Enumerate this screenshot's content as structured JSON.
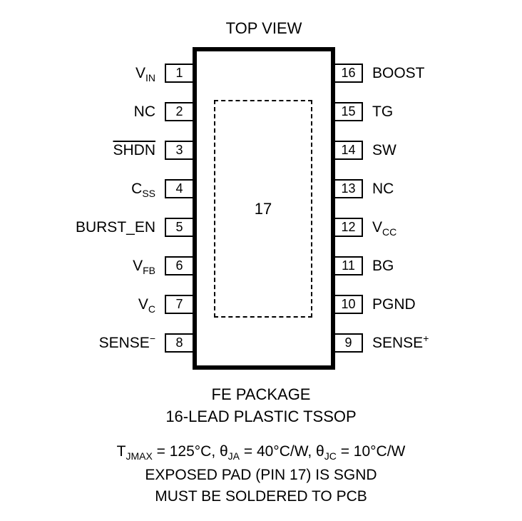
{
  "title": "TOP VIEW",
  "colors": {
    "ink": "#000000",
    "background": "#ffffff"
  },
  "package": {
    "center_pin": "17",
    "pins_left": [
      {
        "num": "1",
        "label": {
          "ol": "",
          "base": "V",
          "sub": "IN",
          "sup": ""
        }
      },
      {
        "num": "2",
        "label": {
          "ol": "",
          "base": "NC",
          "sub": "",
          "sup": ""
        }
      },
      {
        "num": "3",
        "label": {
          "ol": "SHDN",
          "base": "",
          "sub": "",
          "sup": ""
        }
      },
      {
        "num": "4",
        "label": {
          "ol": "",
          "base": "C",
          "sub": "SS",
          "sup": ""
        }
      },
      {
        "num": "5",
        "label": {
          "ol": "",
          "base": "BURST_EN",
          "sub": "",
          "sup": ""
        }
      },
      {
        "num": "6",
        "label": {
          "ol": "",
          "base": "V",
          "sub": "FB",
          "sup": ""
        }
      },
      {
        "num": "7",
        "label": {
          "ol": "",
          "base": "V",
          "sub": "C",
          "sup": ""
        }
      },
      {
        "num": "8",
        "label": {
          "ol": "",
          "base": "SENSE",
          "sub": "",
          "sup": "−"
        }
      }
    ],
    "pins_right": [
      {
        "num": "16",
        "label": {
          "ol": "",
          "base": "BOOST",
          "sub": "",
          "sup": ""
        }
      },
      {
        "num": "15",
        "label": {
          "ol": "",
          "base": "TG",
          "sub": "",
          "sup": ""
        }
      },
      {
        "num": "14",
        "label": {
          "ol": "",
          "base": "SW",
          "sub": "",
          "sup": ""
        }
      },
      {
        "num": "13",
        "label": {
          "ol": "",
          "base": "NC",
          "sub": "",
          "sup": ""
        }
      },
      {
        "num": "12",
        "label": {
          "ol": "",
          "base": "V",
          "sub": "CC",
          "sup": ""
        }
      },
      {
        "num": "11",
        "label": {
          "ol": "",
          "base": "BG",
          "sub": "",
          "sup": ""
        }
      },
      {
        "num": "10",
        "label": {
          "ol": "",
          "base": "PGND",
          "sub": "",
          "sup": ""
        }
      },
      {
        "num": "9",
        "label": {
          "ol": "",
          "base": "SENSE",
          "sub": "",
          "sup": "+"
        }
      }
    ]
  },
  "notes": {
    "package_name": "FE PACKAGE",
    "package_desc": "16-LEAD PLASTIC TSSOP",
    "thermal": {
      "t_base": "T",
      "t_sub": "JMAX",
      "t_val": " = 125°C, ",
      "ja_base": "θ",
      "ja_sub": "JA",
      "ja_val": " = 40°C/W, ",
      "jc_base": "θ",
      "jc_sub": "JC",
      "jc_val": " = 10°C/W"
    },
    "exposed_pad_note": "EXPOSED PAD (PIN 17) IS SGND",
    "solder_note": "MUST BE SOLDERED TO PCB"
  }
}
